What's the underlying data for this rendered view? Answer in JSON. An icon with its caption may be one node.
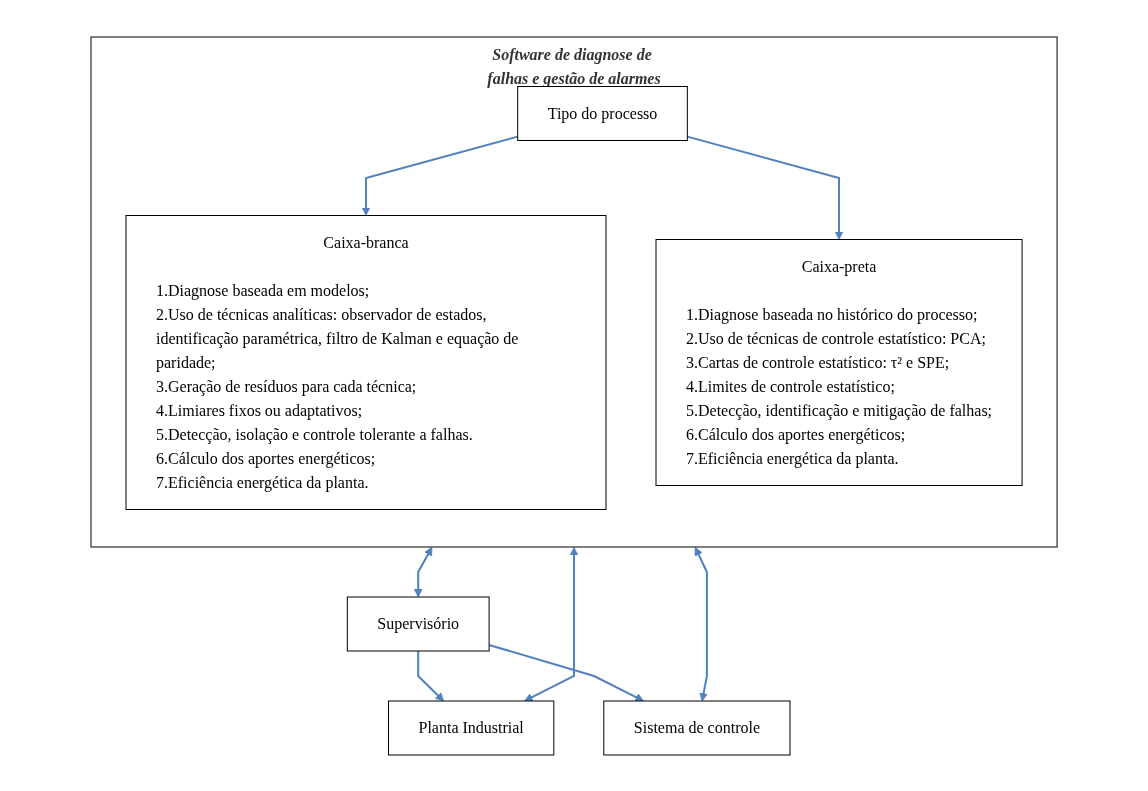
{
  "diagram": {
    "nodes": [
      {
        "text": [
          "Software de diagnose de falhas e gestão de alarmes"
        ]
      },
      {
        "text": [
          "Tipo do processo"
        ],
        "in": 0
      },
      {
        "text": [
          "Caixa-branca",
          "1.Diagnose baseada em modelos;",
          "2.Uso de técnicas analíticas: observador de estados, identificação paramétrica, filtro de Kalman e equação de paridade;",
          "3.Geração de resíduos para cada técnica;",
          "4.Limiares fixos ou adaptativos;",
          "5.Detecção, isolação e controle tolerante a falhas.",
          "6.Cálculo dos aportes energéticos;",
          "7.Eficiência energética da planta."
        ],
        "in": 0
      },
      {
        "text": [
          "Caixa-preta",
          "1.Diagnose baseada no histórico do processo;",
          "2.Uso de técnicas de controle estatístico: PCA;",
          "3.Cartas de controle estatístico: τ² e SPE;",
          "4.Limites de controle estatístico;",
          "5.Detecção, identificação e mitigação de falhas;",
          "6.Cálculo dos aportes energéticos;",
          "7.Eficiência energética da planta."
        ],
        "in": 0
      },
      {
        "text": [
          "Planta Industrial"
        ]
      },
      {
        "text": [
          "Sistema de controle"
        ]
      },
      {
        "text": [
          "Supervisório"
        ]
      }
    ],
    "edges": [
      {
        "from": 1,
        "to": 2,
        "arrow": "to"
      },
      {
        "from": 1,
        "to": 3,
        "arrow": "to"
      },
      {
        "from": 0,
        "to": 4,
        "arrow": "both"
      },
      {
        "from": 0,
        "to": 5,
        "arrow": "both"
      },
      {
        "from": 0,
        "to": 6,
        "arrow": "both"
      },
      {
        "from": 6,
        "to": 4,
        "arrow": "to"
      },
      {
        "from": 6,
        "to": 5,
        "arrow": "to"
      }
    ]
  }
}
